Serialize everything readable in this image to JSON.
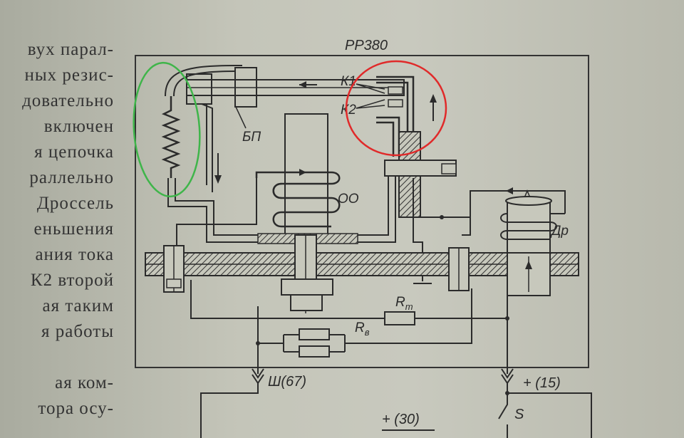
{
  "body_text": {
    "lines": [
      "вух парал-",
      "ных резис-",
      "довательно",
      "включен",
      "я цепочка",
      "раллельно",
      "Дроссель",
      "еньшения",
      "ания тока",
      "К2 второй",
      "ая таким",
      "я работы"
    ],
    "lines_bottom": [
      "ая ком-",
      "тора осу-"
    ]
  },
  "diagram": {
    "title": "PP380",
    "labels": {
      "k1": "К1",
      "k2": "К2",
      "bp": "БП",
      "oo": "ОО",
      "dr": "Др",
      "rt": "R",
      "rt_sub": "т",
      "rv": "R",
      "rv_sub": "в",
      "sh": "Ш(67)",
      "plus15": "+ (15)",
      "plus30": "+ (30)",
      "s": "S"
    },
    "highlights": {
      "green_circle_color": "#3fb54a",
      "red_circle_color": "#e02a2a"
    }
  }
}
